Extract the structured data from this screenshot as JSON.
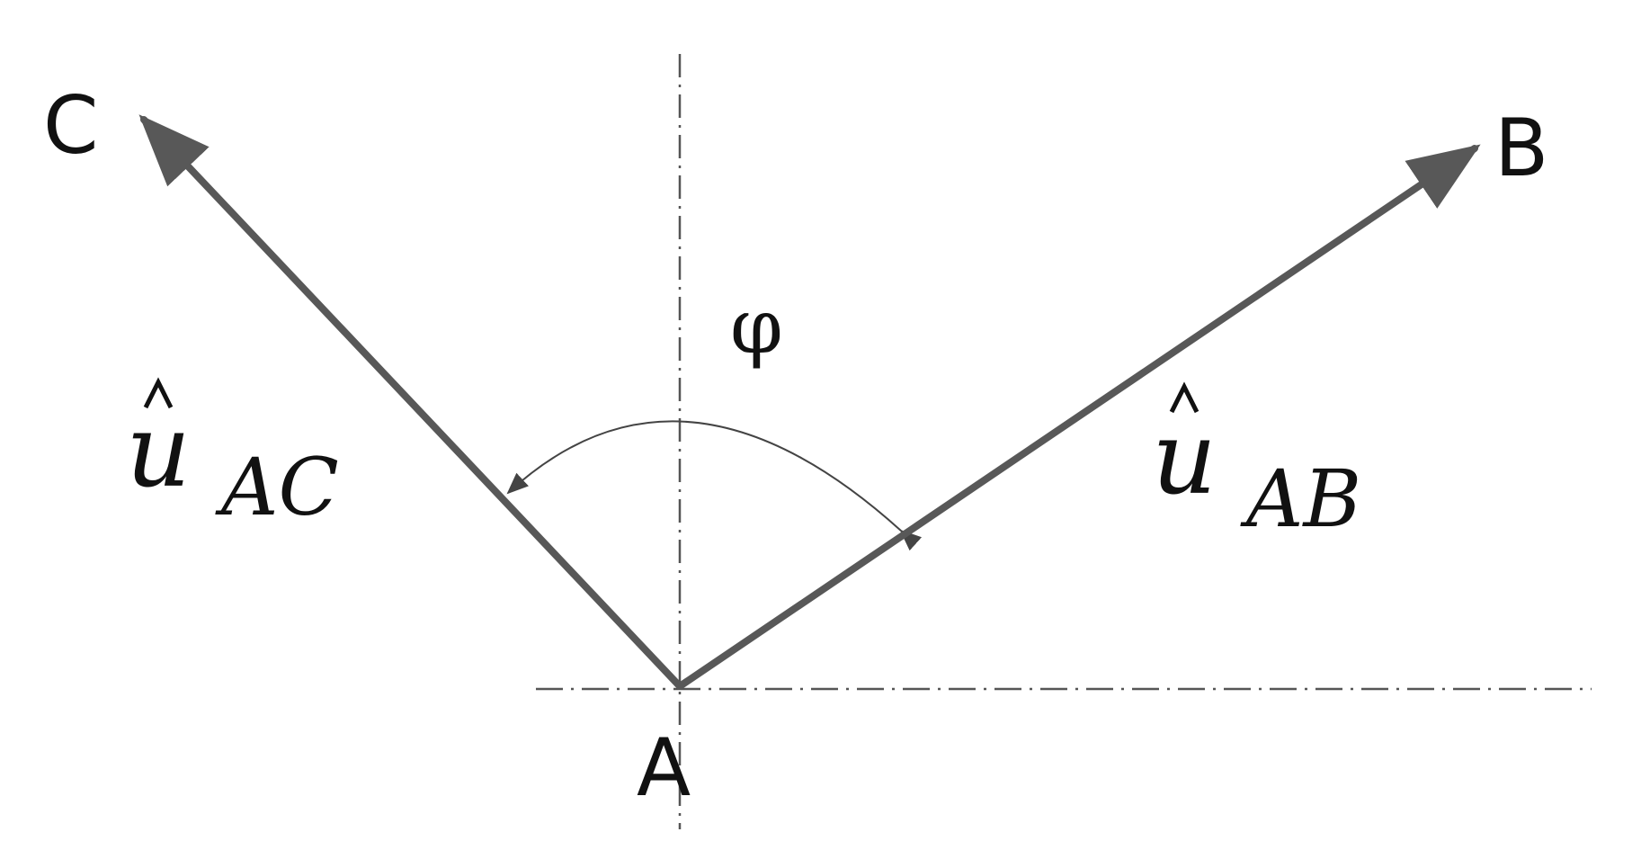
{
  "points": {
    "a": "A",
    "b": "B",
    "c": "C"
  },
  "angle": {
    "symbol": "φ"
  },
  "vectors": {
    "ab": {
      "symbol": "u",
      "subscript": "AB"
    },
    "ac": {
      "symbol": "u",
      "subscript": "AC"
    }
  },
  "colors": {
    "vector_stroke": "#585858",
    "guide_stroke": "#555555",
    "arc_stroke": "#444444",
    "text": "#111111"
  }
}
